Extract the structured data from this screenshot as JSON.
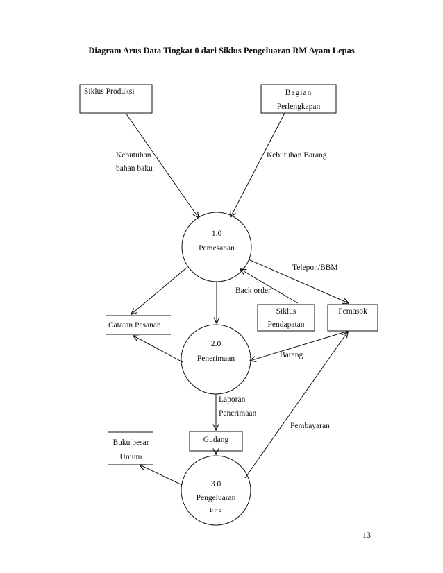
{
  "title": "Diagram Arus Data Tingkat 0 dari Siklus Pengeluaran RM Ayam Lepas",
  "entities": {
    "siklus_produksi": "Siklus Produksi",
    "bagian_perlengkapan": [
      "Bagian",
      "Perlengkapan"
    ],
    "siklus_pendapatan": [
      "Siklus",
      "Pendapatan"
    ],
    "pemasok": "Pemasok",
    "gudang": "Gudang"
  },
  "processes": {
    "p1": {
      "number": "1.0",
      "name": "Pemesanan"
    },
    "p2": {
      "number": "2.0",
      "name": "Penerimaan"
    },
    "p3": {
      "number": "3.0",
      "name": "Pengeluaran",
      "name2": "kas"
    }
  },
  "stores": {
    "catatan_pesanan": "Catatan Pesanan",
    "buku_besar": [
      "Buku besar",
      "Umum"
    ]
  },
  "flows": {
    "kebutuhan_bahan_baku": [
      "Kebutuhan",
      "bahan baku"
    ],
    "kebutuhan_barang": "Kebutuhan Barang",
    "telepon_bbm": "Telepon/BBM",
    "back_order": "Back order",
    "barang": "Barang",
    "laporan_penerimaan": [
      "Laporan",
      "Penerimaan"
    ],
    "pembayaran": "Pembayaran"
  },
  "page_number": "13"
}
